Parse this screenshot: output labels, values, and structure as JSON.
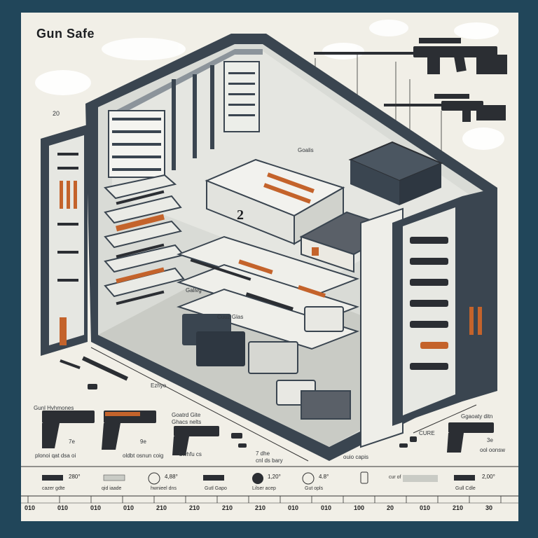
{
  "title": "Gun Safe",
  "labels": {
    "top_left_mark": "20",
    "tray_mark": "2",
    "left_section_heading": "Gunl Hvhmones",
    "pistol1_caption_a": "7e",
    "pistol1_caption_b": "plonoi qat dsa oi",
    "pistol2_caption_a": "9e",
    "pistol2_caption_b": "oldbt osnun coig",
    "pistol3_caption_a": "Goatrd Gite",
    "pistol3_caption_b": "Ghacs nelts",
    "pistol3_caption_c": "Cwhfu cs",
    "pistol4_caption_a": "Ggaoaty ditn",
    "pistol4_caption_b": "3e",
    "pistol4_caption_c": "ool oonsw",
    "floor_label_left": "Ezhye",
    "floor_label_mid": "7 dhe",
    "floor_label_mid2": "cnl ds bary",
    "floor_label_right": "ouio capis",
    "floor_label_far_right": "CURE",
    "shelf_label_1": "Galivg",
    "shelf_label_2": "Cuuz Glas",
    "shelf_label_3": "Goalis"
  },
  "legend": [
    {
      "value": "280°",
      "label": "cazer gdte"
    },
    {
      "value": "",
      "label": "qid iaade"
    },
    {
      "value": "4,88°",
      "label": "hwnieel dns"
    },
    {
      "value": "",
      "label": "Gutl Gapo"
    },
    {
      "value": "1,20°",
      "label": "Lilser acep"
    },
    {
      "value": "4.8°",
      "label": "Gut opls"
    },
    {
      "value": "",
      "label": "cur of"
    },
    {
      "value": "2,00°",
      "label": "Gull Cdle"
    }
  ],
  "ruler_ticks": [
    "010",
    "010",
    "010",
    "010",
    "210",
    "210",
    "210",
    "210",
    "010",
    "010",
    "100",
    "20",
    "010",
    "210",
    "30"
  ],
  "colors": {
    "frame": "#21465a",
    "sheet": "#f1efe7",
    "safe_dark": "#3a4550",
    "safe_mid": "#7d868e",
    "interior": "#d9dbd6",
    "accent_orange": "#c4632b"
  }
}
